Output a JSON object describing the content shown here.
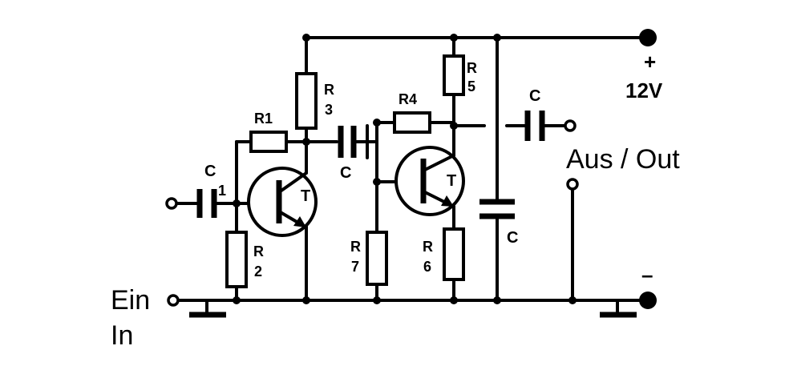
{
  "resistors": {
    "r1": "R1",
    "r2": [
      "R",
      "2"
    ],
    "r3": [
      "R",
      "3"
    ],
    "r4": "R4",
    "r5": [
      "R",
      "5"
    ],
    "r6": [
      "R",
      "6"
    ],
    "r7": [
      "R",
      "7"
    ]
  },
  "capacitors": {
    "c_input": "C",
    "c_input_index": "1",
    "c_coupling": "C",
    "c_output": "C",
    "c_supply": "C"
  },
  "transistors": {
    "t1": "T",
    "t2": "T"
  },
  "terminals": {
    "input_de": "Ein",
    "input_en": "In",
    "output": "Aus / Out",
    "supply_plus": "+",
    "supply_voltage": "12V",
    "supply_minus": "–"
  }
}
